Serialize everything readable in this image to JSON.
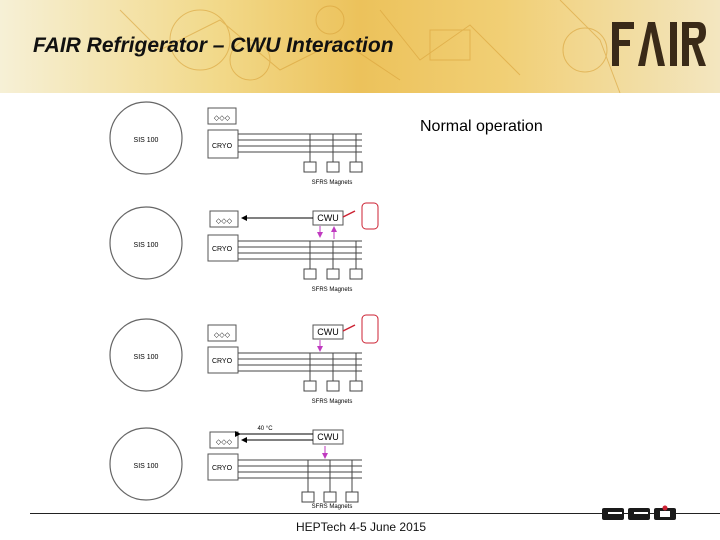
{
  "slide": {
    "title": "FAIR Refrigerator – CWU Interaction",
    "label": "Normal operation",
    "footer": "HEPTech  4-5 June 2015"
  },
  "logos": {
    "fair": "FAIR",
    "gsi": "GSI"
  },
  "diagrams": [
    {
      "ring": "SIS 100",
      "cryo": "CRYO",
      "magnets": "SFRS Magnets"
    },
    {
      "ring": "SIS 100",
      "cryo": "CRYO",
      "cwu": "CWU",
      "magnets": "SFRS Magnets"
    },
    {
      "ring": "SIS 100",
      "cryo": "CRYO",
      "cwu": "CWU",
      "magnets": "SFRS Magnets"
    },
    {
      "ring": "SIS 100",
      "cryo": "CRYO",
      "cwu": "CWU",
      "temp": "40 °C",
      "magnets": "SFRS Magnets"
    }
  ],
  "colors": {
    "accent": "#cc2233",
    "arrow": "#c03ac0",
    "banner": "#ecc25b"
  }
}
